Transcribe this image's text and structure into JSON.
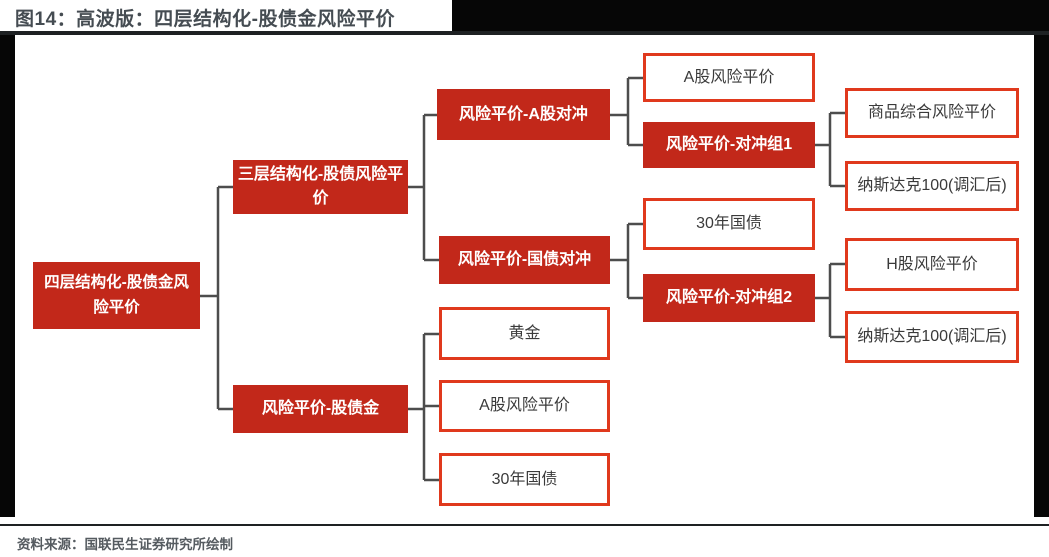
{
  "figure": {
    "title": "图14：高波版：四层结构化-股债金风险平价",
    "source": "资料来源：国联民生证券研究所绘制"
  },
  "colors": {
    "node_fill_red": "#C2281A",
    "node_border_red": "#E0391D",
    "node_text_on_red": "#FFFFFF",
    "node_text_on_white": "#3A3A3A",
    "connector": "#4D4D4D",
    "title_text": "#454C52",
    "source_text": "#555B60",
    "frame_bars": "#060606"
  },
  "nodes": [
    {
      "id": "root",
      "label": "四层结构化-股债金风险平价",
      "style": "filled",
      "level": 1
    },
    {
      "id": "three-layer-stock-bond-rp",
      "label": "三层结构化-股债风险平价",
      "style": "filled",
      "level": 2
    },
    {
      "id": "rp-a-share-hedge",
      "label": "风险平价-A股对冲",
      "style": "filled",
      "level": 3
    },
    {
      "id": "rp-treasury-hedge",
      "label": "风险平价-国债对冲",
      "style": "filled",
      "level": 3
    },
    {
      "id": "rp-stock-bond-gold",
      "label": "风险平价-股债金",
      "style": "filled",
      "level": 2
    },
    {
      "id": "a-share-rp-top",
      "label": "A股风险平价",
      "style": "outline",
      "level": 4
    },
    {
      "id": "rp-hedge-group-1",
      "label": "风险平价-对冲组1",
      "style": "filled",
      "level": 4
    },
    {
      "id": "treasury-30y-mid",
      "label": "30年国债",
      "style": "outline",
      "level": 4
    },
    {
      "id": "rp-hedge-group-2",
      "label": "风险平价-对冲组2",
      "style": "filled",
      "level": 4
    },
    {
      "id": "commodity-composite-rp",
      "label": "商品综合风险平价",
      "style": "outline",
      "level": 5
    },
    {
      "id": "nasdaq-100-fx-adj-1",
      "label": "纳斯达克100(调汇后)",
      "style": "outline",
      "level": 5
    },
    {
      "id": "h-share-rp",
      "label": "H股风险平价",
      "style": "outline",
      "level": 5
    },
    {
      "id": "nasdaq-100-fx-adj-2",
      "label": "纳斯达克100(调汇后)",
      "style": "outline",
      "level": 5
    },
    {
      "id": "gold",
      "label": "黄金",
      "style": "outline",
      "level": 3
    },
    {
      "id": "a-share-rp-bottom",
      "label": "A股风险平价",
      "style": "outline",
      "level": 3
    },
    {
      "id": "treasury-30y-bottom",
      "label": "30年国债",
      "style": "outline",
      "level": 3
    }
  ],
  "edges": [
    {
      "from": "root",
      "to": "three-layer-stock-bond-rp"
    },
    {
      "from": "root",
      "to": "rp-stock-bond-gold"
    },
    {
      "from": "three-layer-stock-bond-rp",
      "to": "rp-a-share-hedge"
    },
    {
      "from": "three-layer-stock-bond-rp",
      "to": "rp-treasury-hedge"
    },
    {
      "from": "rp-a-share-hedge",
      "to": "a-share-rp-top"
    },
    {
      "from": "rp-a-share-hedge",
      "to": "rp-hedge-group-1"
    },
    {
      "from": "rp-hedge-group-1",
      "to": "commodity-composite-rp"
    },
    {
      "from": "rp-hedge-group-1",
      "to": "nasdaq-100-fx-adj-1"
    },
    {
      "from": "rp-treasury-hedge",
      "to": "treasury-30y-mid"
    },
    {
      "from": "rp-treasury-hedge",
      "to": "rp-hedge-group-2"
    },
    {
      "from": "rp-hedge-group-2",
      "to": "h-share-rp"
    },
    {
      "from": "rp-hedge-group-2",
      "to": "nasdaq-100-fx-adj-2"
    },
    {
      "from": "rp-stock-bond-gold",
      "to": "gold"
    },
    {
      "from": "rp-stock-bond-gold",
      "to": "a-share-rp-bottom"
    },
    {
      "from": "rp-stock-bond-gold",
      "to": "treasury-30y-bottom"
    }
  ]
}
